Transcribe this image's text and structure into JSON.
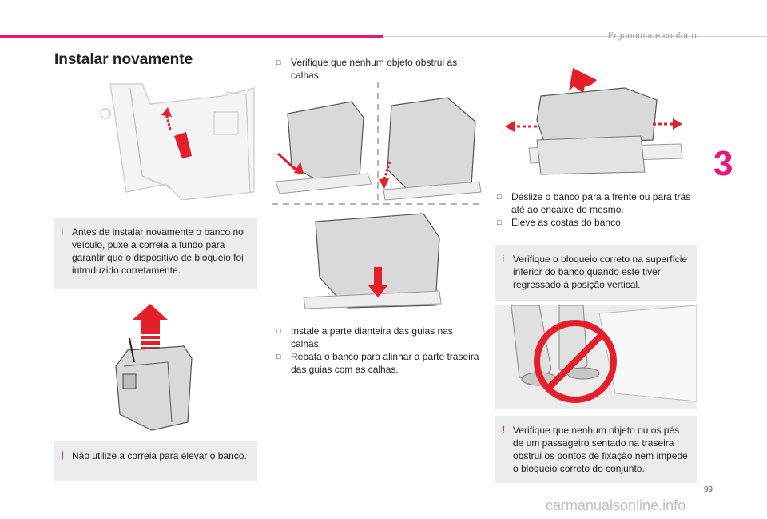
{
  "header": {
    "title": "Ergonomia e conforto",
    "chapter": "3"
  },
  "section_title": "Instalar novamente",
  "note_info_1": "Antes de instalar novamente o banco no veículo, puxe a correia a fundo para garantir que o dispositivo de bloqueio foi introduzido corretamente.",
  "note_warn_1": "Não utilize a correia para elevar o banco.",
  "step_verify_rails": "Verifique que nenhum objeto obstrui as calhas.",
  "steps_middle": [
    "Instale a parte dianteira das guias nas calhas.",
    "Rebata o banco para alinhar a parte traseira das guias com as calhas."
  ],
  "steps_right": [
    "Deslize o banco para a frente ou para trás até ao encaixe do mesmo.",
    "Eleve as costas do banco."
  ],
  "note_info_2": "Verifique o bloqueio correto na superfície inferior do banco quando este tiver regressado à posição vertical.",
  "note_warn_2": "Verifique que nenhum objeto ou os pés de um passageiro sentado na traseira obstrui os pontos de fixação nem impede o bloqueio correto do conjunto.",
  "marks": {
    "info": "i",
    "warn": "!"
  },
  "page_number": "99",
  "watermark": "carmanualsonline.info",
  "colors": {
    "accent": "#e8167c",
    "info": "#7ab9e6",
    "note_bg": "#ececec",
    "arrow": "#e3202a"
  }
}
